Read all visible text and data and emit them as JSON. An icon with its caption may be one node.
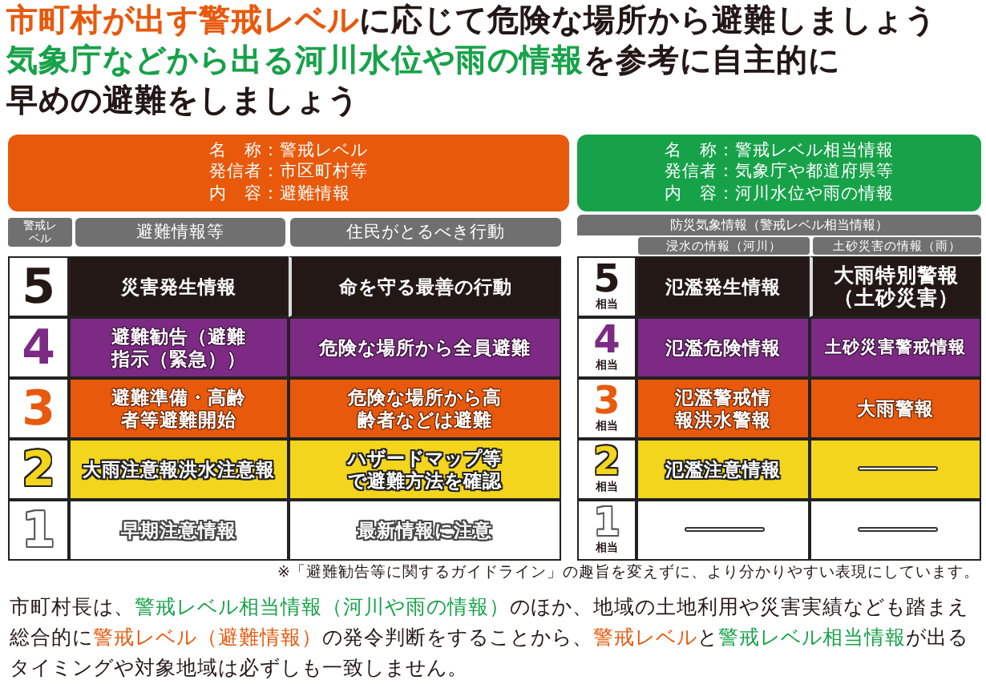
{
  "diagram": {
    "nodes": [
      {
        "text": [
          "名　称：警戒レベル",
          "発信者：市区町村等",
          "内　容：避難情報"
        ]
      },
      {
        "text": [
          "名　称：警戒レベル相当情報",
          "発信者：気象庁や都道府県等",
          "内　容：河川水位や雨の情報"
        ]
      }
    ],
    "labels": [
      "市町村が出す警戒レベル",
      "に応じて危険な場所から避難しましょう",
      "気象庁などから出る河川水位や雨の情報",
      "を参考に自主的に",
      "早めの避難をしましょう",
      "警戒レベル",
      "避難情報等",
      "住民がとるべき行動",
      "5",
      "災害発生情報",
      "命を守る最善の行動",
      "4",
      "避難勧告（避難指示（緊急））",
      "危険な場所から全員避難",
      "3",
      "避難準備・高齢者等避難開始",
      "危険な場所から高齢者などは避難",
      "2",
      "大雨注意報洪水注意報",
      "ハザードマップ等で避難方法を確認",
      "1",
      "早期注意情報",
      "最新情報に注意",
      "防災気象情報（警戒レベル相当情報）",
      "浸水の情報（河川）",
      "土砂災害の情報（雨）",
      "5",
      "相当",
      "氾濫発生情報",
      "大雨特別警報（土砂災害）",
      "4",
      "相当",
      "氾濫危険情報",
      "土砂災害警戒情報",
      "3",
      "相当",
      "氾濫警戒情報洪水警報",
      "大雨警報",
      "2",
      "相当",
      "氾濫注意情報",
      "1",
      "相当",
      "※「避難勧告等に関するガイドライン」の趣旨を変えずに、より分かりやすい表現にしています。",
      "市町村長は、",
      "警戒レベル相当情報（河川や雨の情報）",
      "のほか、地域の土地利用や災害実績なども踏まえ総合的に",
      "警戒レベル（避難情報）",
      "の発令判断をすることから、",
      "警戒レベル",
      "と",
      "警戒レベル相当情報",
      "が出るタイミングや対象地域は必ずしも一致しません。"
    ]
  }
}
